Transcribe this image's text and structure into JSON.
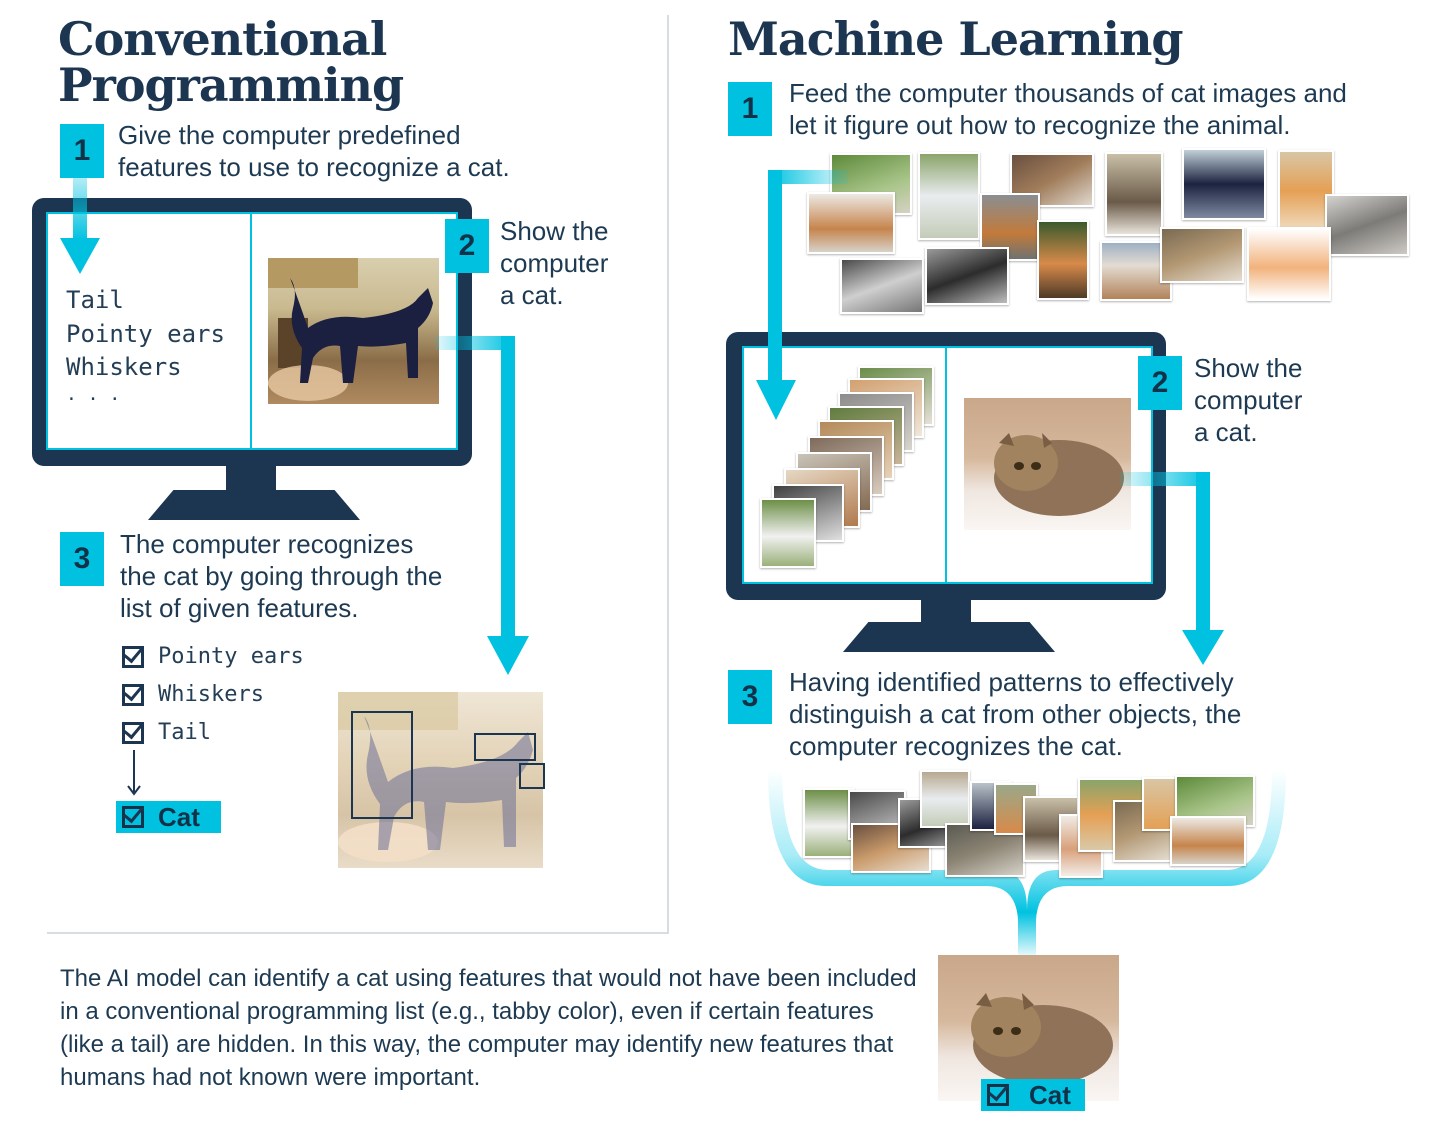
{
  "left": {
    "title_line1": "Conventional",
    "title_line2": "Programming",
    "step1": {
      "num": "1",
      "text": "Give the computer predefined\nfeatures to use to recognize a cat."
    },
    "step2": {
      "num": "2",
      "text": "Show the\ncomputer\na cat."
    },
    "step3": {
      "num": "3",
      "text": "The computer recognizes\nthe cat by going through the\nlist of given features."
    },
    "feature_list": [
      "Tail",
      "Pointy ears",
      "Whiskers",
      ". . ."
    ],
    "checklist": [
      "Pointy ears",
      "Whiskers",
      "Tail"
    ],
    "result_label": "Cat"
  },
  "right": {
    "title": "Machine Learning",
    "step1": {
      "num": "1",
      "text": "Feed the computer thousands of cat images and\nlet it figure out how to recognize the animal."
    },
    "step2": {
      "num": "2",
      "text": "Show the\ncomputer\na cat."
    },
    "step3": {
      "num": "3",
      "text": "Having identified patterns to effectively\ndistinguish a cat from other objects, the\ncomputer recognizes the cat."
    },
    "result_label": "Cat"
  },
  "summary": "The AI model can identify a cat using features that would not have been included in a conventional programming list (e.g., tabby color), even if certain features (like a tail) are hidden. In this way, the computer may identify new features that humans had not known were important.",
  "colors": {
    "accent": "#00c2e0",
    "navy": "#1c3550",
    "text": "#1d3a52"
  }
}
